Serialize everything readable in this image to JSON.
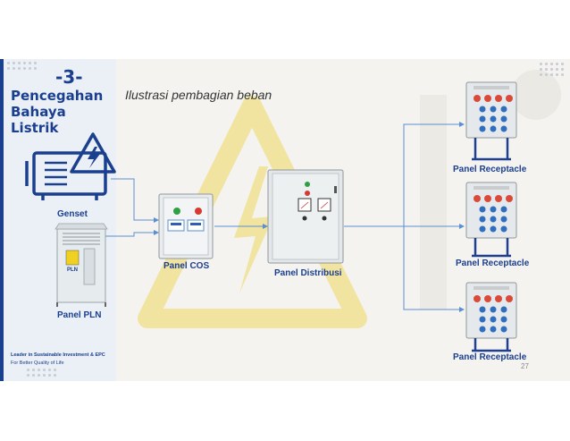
{
  "slide": {
    "number": "-3-",
    "title_lines": [
      "Pencegahan",
      "Bahaya",
      "Listrik"
    ],
    "subtitle": "Ilustrasi pembagian beban",
    "tagline_bold": "Leader in Sustainable Investment & EPC",
    "tagline": "For Better Quality of Life",
    "page_number": "27"
  },
  "diagram": {
    "genset": "Genset",
    "panel_pln": "Panel PLN",
    "panel_cos": "Panel COS",
    "panel_distribusi": "Panel Distribusi",
    "receptacles": [
      "Panel Receptacle",
      "Panel Receptacle",
      "Panel Receptacle"
    ],
    "pln_badge": "PLN"
  },
  "colors": {
    "brand_blue": "#1b3f8f",
    "connector_blue": "#5b8fd0",
    "watermark_yellow": "#f1e3a0"
  },
  "icons": {
    "genset": "generator-lightning-icon",
    "watermark": "high-voltage-warning-icon"
  }
}
